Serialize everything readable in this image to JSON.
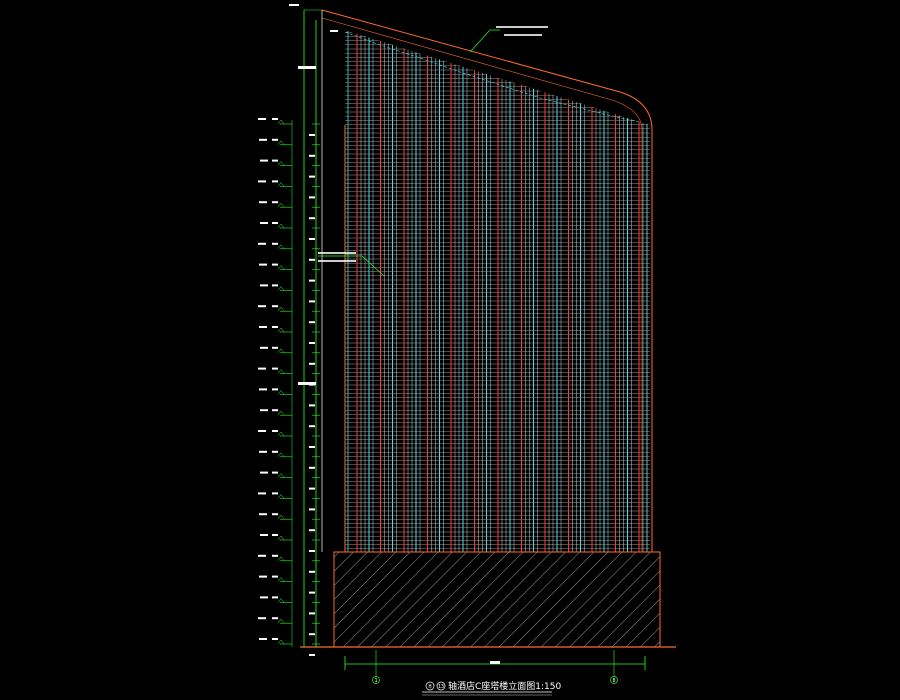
{
  "drawing": {
    "title": "轴酒店C座塔楼立面图1:150",
    "axis_start_label": "H",
    "axis_end_label": "13",
    "bottom_axis_left": "1",
    "bottom_axis_right": "8"
  },
  "floors": {
    "count": 27,
    "elevation_marks": 26
  },
  "colors": {
    "background": "#000000",
    "outline": "#ff6a2a",
    "mullion_red": "#ff3b3b",
    "mullion_cyan": "#4ad8e0",
    "dimension": "#22ff22",
    "label": "#ffffff"
  }
}
